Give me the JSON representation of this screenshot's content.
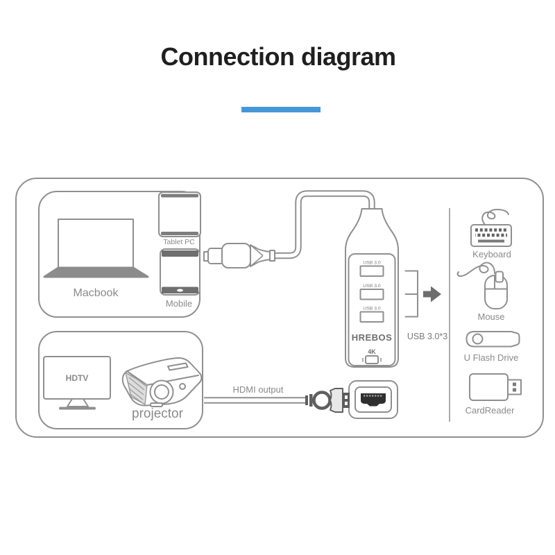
{
  "title": "Connection diagram",
  "accent_color": "#4597d8",
  "source_box": {
    "macbook_label": "Macbook",
    "tablet_label": "Tablet PC",
    "mobile_label": "Mobile"
  },
  "output_box": {
    "hdtv_label": "HDTV",
    "projector_label": "projector"
  },
  "hub": {
    "brand": "HREBOS",
    "usb_ports": [
      "USB 3.0",
      "USB 3.0",
      "USB 3.0"
    ],
    "hdmi_badge": "4K",
    "usb_note": "USB 3.0*3"
  },
  "cable_label": "HDMI output",
  "peripherals": [
    {
      "name": "Keyboard"
    },
    {
      "name": "Mouse"
    },
    {
      "name": "U Flash Drive"
    },
    {
      "name": "CardReader"
    }
  ]
}
